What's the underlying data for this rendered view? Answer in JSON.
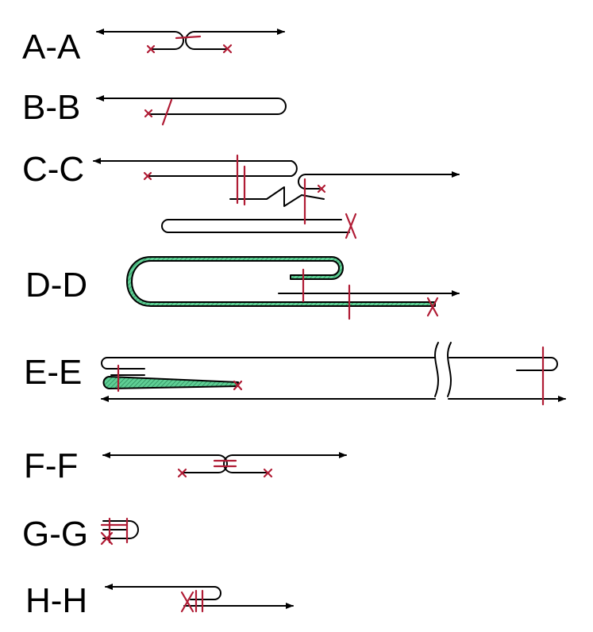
{
  "sections": [
    {
      "id": "a",
      "label": "A-A"
    },
    {
      "id": "b",
      "label": "B-B"
    },
    {
      "id": "c",
      "label": "C-C"
    },
    {
      "id": "d",
      "label": "D-D"
    },
    {
      "id": "e",
      "label": "E-E"
    },
    {
      "id": "f",
      "label": "F-F"
    },
    {
      "id": "g",
      "label": "G-G"
    },
    {
      "id": "h",
      "label": "H-H"
    }
  ],
  "colors": {
    "line": "#000000",
    "stitch": "#b01c35",
    "fabric_fill": "#5fcf95",
    "hatch": "#2e8a5c"
  }
}
